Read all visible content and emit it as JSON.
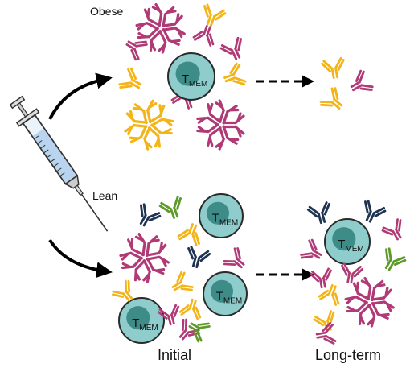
{
  "labels": {
    "obese": "Obese",
    "lean": "Lean",
    "initial": "Initial",
    "long_term": "Long-term"
  },
  "tcell": {
    "letter": "T",
    "subscript": "MEM"
  },
  "colors": {
    "magenta": "#b03a76",
    "orange": "#f3b418",
    "navy": "#1f3352",
    "green": "#5e9a2a",
    "cell_fill": "#8ecdcc",
    "cell_stroke": "#2a2a2a",
    "nucleus": "#3d8c87",
    "arrow": "#000000"
  },
  "icons": {
    "syringe": "syringe-icon",
    "antibody": "y-shaped-antibody-icon",
    "igm": "pentameric-igm-icon",
    "cell": "memory-t-cell-icon"
  }
}
